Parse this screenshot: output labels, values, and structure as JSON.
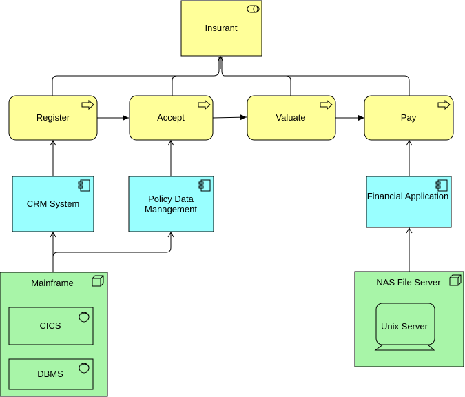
{
  "diagram": {
    "colors": {
      "business": "#ffff99",
      "application": "#99ffff",
      "technology": "#ccffcc",
      "technology_fill": "#a8f5a8",
      "stroke": "#000000",
      "background": "#ffffff"
    },
    "actor": {
      "label": "Insurant",
      "icon": "business-role-icon"
    },
    "processes": [
      {
        "label": "Register",
        "icon": "process-arrow-icon"
      },
      {
        "label": "Accept",
        "icon": "process-arrow-icon"
      },
      {
        "label": "Valuate",
        "icon": "process-arrow-icon"
      },
      {
        "label": "Pay",
        "icon": "process-arrow-icon"
      }
    ],
    "applications": [
      {
        "label": "CRM System",
        "icon": "application-component-icon"
      },
      {
        "label_line1": "Policy Data",
        "label_line2": "Management",
        "icon": "application-component-icon"
      },
      {
        "label": "Financial Application",
        "icon": "application-component-icon"
      }
    ],
    "nodes": {
      "mainframe": {
        "label": "Mainframe",
        "icon": "node-cube-icon",
        "children": [
          {
            "label": "CICS",
            "icon": "system-software-icon"
          },
          {
            "label": "DBMS",
            "icon": "system-software-icon"
          }
        ]
      },
      "nas": {
        "label": "NAS File Server",
        "icon": "node-cube-icon",
        "device": {
          "label": "Unix Server",
          "icon": "device-icon"
        }
      }
    }
  }
}
